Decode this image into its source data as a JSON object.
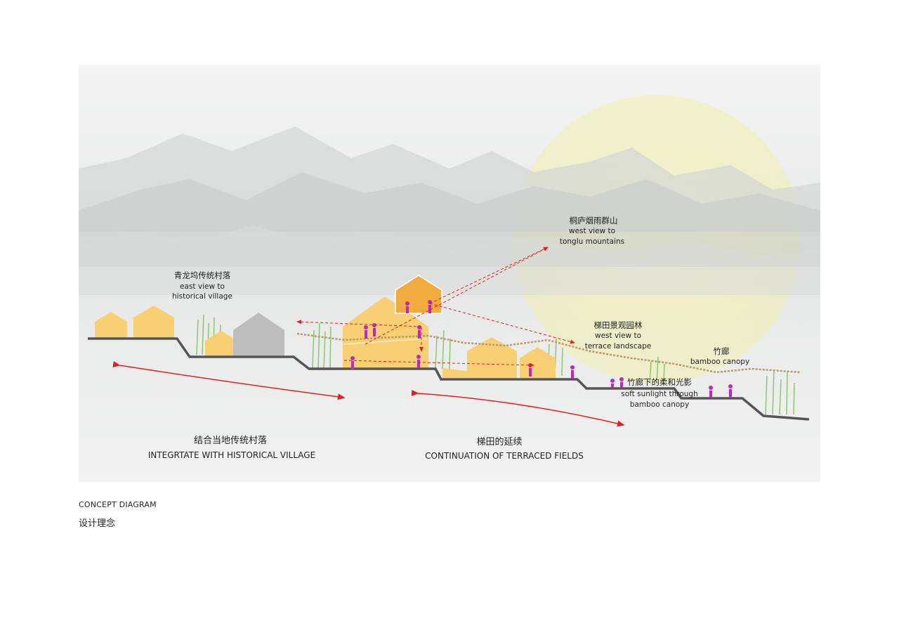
{
  "labels": {
    "mountains_zh": "桐庐烟雨群山",
    "mountains_en_1": "west view to",
    "mountains_en_2": "tonglu  mountains",
    "village_zh": "青龙坞传统村落",
    "village_en_1": "east view to",
    "village_en_2": "historical village",
    "terrace_zh": "梯田景观园林",
    "terrace_en_1": "west view to",
    "terrace_en_2": "terrace landscape",
    "bamboo_zh": "竹廊",
    "bamboo_en": "bamboo canopy",
    "sunlight_zh": "竹廊下的柔和光影",
    "sunlight_en_1": "soft sunlight through",
    "sunlight_en_2": "bamboo canopy",
    "integrate_zh": "结合当地传统村落",
    "integrate_en": "INTEGRTATE WITH HISTORICAL VILLAGE",
    "continuation_zh": "梯田的延续",
    "continuation_en": "CONTINUATION OF TERRACED FIELDS"
  },
  "caption": {
    "en": "CONCEPT DIAGRAM",
    "zh": "设计理念"
  },
  "colors": {
    "background": "#eceeed",
    "mountain": "#c9cccb",
    "sun": "#f2f0b8",
    "house_yellow": "#f9cf73",
    "house_orange": "#f2ab3f",
    "house_grey": "#bdbdbd",
    "ground": "#555555",
    "arrow": "#e02020",
    "people": "#c026c0",
    "bamboo": "#7bbf5a",
    "canopy": "#b89a6a"
  }
}
